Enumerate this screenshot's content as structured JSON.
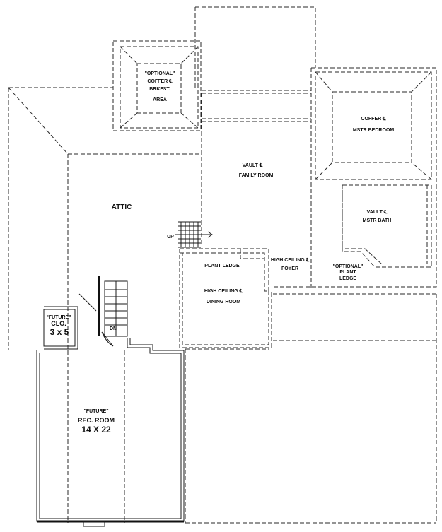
{
  "labels": {
    "breakfast": [
      "\"OPTIONAL\"",
      "COFFER ℄",
      "BRKFST.",
      "AREA"
    ],
    "master_bedroom": [
      "COFFER ℄",
      "MSTR BEDROOM"
    ],
    "family_room": [
      "VAULT ℄",
      "FAMILY ROOM"
    ],
    "attic": "ATTIC",
    "master_bath": [
      "VAULT ℄",
      "MSTR BATH"
    ],
    "up": "UP",
    "plant_ledge": "PLANT LEDGE",
    "foyer": [
      "HIGH CEILING ℄",
      "FOYER"
    ],
    "optional_ledge": [
      "\"OPTIONAL\"",
      "PLANT",
      "LEDGE"
    ],
    "dining_room": [
      "HIGH CEILING ℄",
      "DINING ROOM"
    ],
    "closet": [
      "\"FUTURE\"",
      "CLO.",
      "3 x 5"
    ],
    "down": "DN",
    "rec_room": [
      "\"FUTURE\"",
      "REC. ROOM",
      "14 X 22"
    ]
  }
}
